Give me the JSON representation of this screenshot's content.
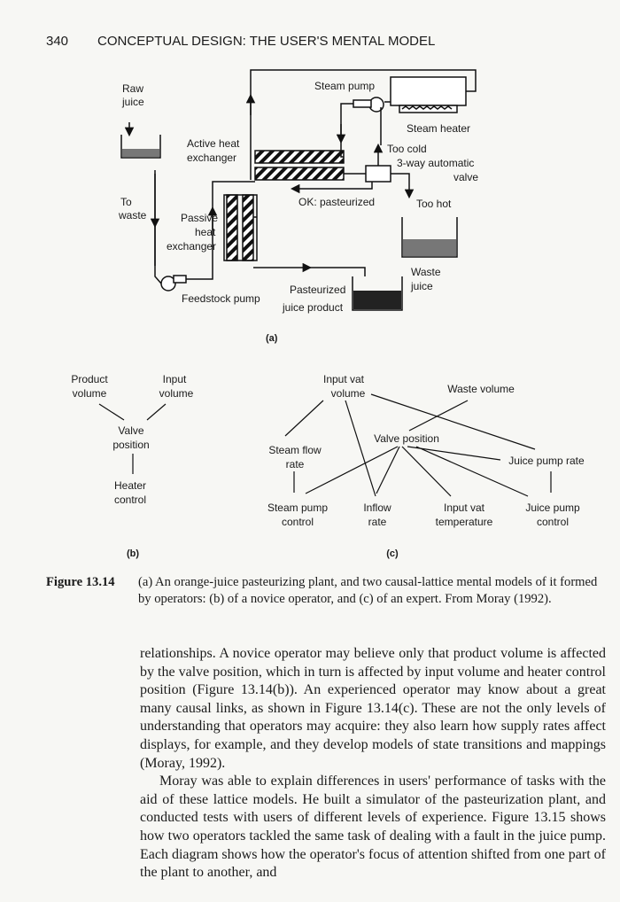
{
  "header": {
    "page_number": "340",
    "running_title": "CONCEPTUAL DESIGN: THE USER'S MENTAL MODEL"
  },
  "figure": {
    "panel_a": {
      "raw_juice": [
        "Raw",
        "juice"
      ],
      "steam_pump": "Steam pump",
      "steam_heater": "Steam heater",
      "active_hx": [
        "Active heat",
        "exchanger"
      ],
      "too_cold": "Too cold",
      "valve": [
        "3-way automatic",
        "valve"
      ],
      "to_waste": [
        "To",
        "waste"
      ],
      "ok_pasteurized": "OK: pasteurized",
      "too_hot": "Too hot",
      "passive_hx": [
        "Passive",
        "heat",
        "exchanger"
      ],
      "waste_juice": [
        "Waste",
        "juice"
      ],
      "feedstock_pump": "Feedstock pump",
      "pasteurized_product": [
        "Pasteurized",
        "juice product"
      ],
      "label": "(a)"
    },
    "panel_b": {
      "product_volume": [
        "Product",
        "volume"
      ],
      "input_volume": [
        "Input",
        "volume"
      ],
      "valve_position": [
        "Valve",
        "position"
      ],
      "heater_control": [
        "Heater",
        "control"
      ],
      "label": "(b)"
    },
    "panel_c": {
      "input_vat_volume": [
        "Input vat",
        "volume"
      ],
      "waste_volume": "Waste volume",
      "valve_position": "Valve position",
      "steam_flow_rate": [
        "Steam flow",
        "rate"
      ],
      "juice_pump_rate": "Juice pump rate",
      "steam_pump_control": [
        "Steam pump",
        "control"
      ],
      "inflow_rate": [
        "Inflow",
        "rate"
      ],
      "input_vat_temperature": [
        "Input vat",
        "temperature"
      ],
      "juice_pump_control": [
        "Juice pump",
        "control"
      ],
      "label": "(c)"
    }
  },
  "caption": {
    "label": "Figure 13.14",
    "text": "(a) An orange-juice pasteurizing plant, and two causal-lattice mental models of it formed by operators: (b) of a novice operator, and (c) of an expert. From Moray (1992)."
  },
  "body": {
    "paragraph_1": "relationships. A novice operator may believe only that product volume is affected by the valve position, which in turn is affected by input volume and heater control position (Figure 13.14(b)). An experienced operator may know about a great many causal links, as shown in Figure 13.14(c). These are not the only levels of understanding that operators may acquire: they also learn how supply rates affect displays, for example, and they develop models of state transitions and mappings (Moray, 1992).",
    "paragraph_2": "Moray was able to explain differences in users' performance of tasks with the aid of these lattice models. He built a simulator of the pasteurization plant, and conducted tests with users of different levels of experience. Figure 13.15 shows how two operators tackled the same task of dealing with a fault in the juice pump. Each diagram shows how the operator's focus of attention shifted from one part of the plant to another, and"
  }
}
